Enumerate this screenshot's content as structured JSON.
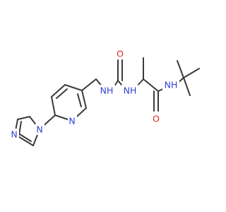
{
  "colors": {
    "bond": "#3a3a3a",
    "nitrogen": "#2f3fd6",
    "oxygen": "#e0241b",
    "background": "#ffffff"
  },
  "atom_labels": {
    "imidazole_n3": "N",
    "imidazole_n1": "N",
    "pyridine_n": "N",
    "urea_nh_left": "NH",
    "urea_o": "O",
    "urea_nh_right": "NH",
    "amide_nh": "NH",
    "amide_o": "O"
  }
}
